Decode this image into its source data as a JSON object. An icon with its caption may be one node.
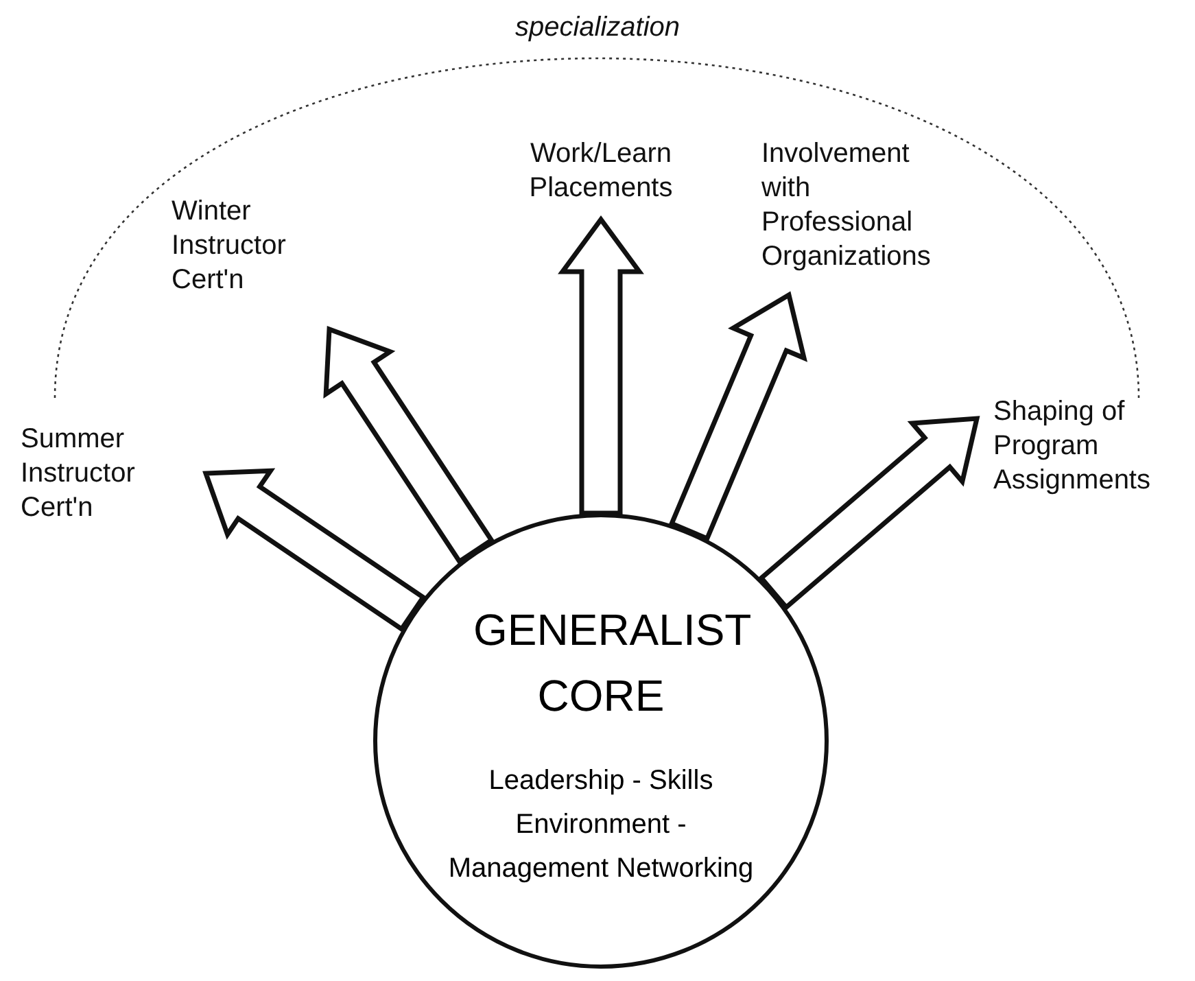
{
  "diagram": {
    "nodes": [
      {
        "text": [
          "Work/Learn Placements"
        ]
      },
      {
        "text": [
          "Winter Instructor Cert'n"
        ]
      },
      {
        "text": [
          "Involvement with Professional Organizations"
        ]
      },
      {
        "text": [
          "Shaping of Program Assignments"
        ]
      },
      {
        "text": [
          "Summer Instructor Cert'n"
        ]
      },
      {
        "text": [
          "GENERALIST CORE",
          "Leadership - Skills Environment - Management Networking"
        ]
      }
    ],
    "edges": [
      {
        "from": 5,
        "to": 0,
        "arrow": "to",
        "style": "thick"
      },
      {
        "from": 5,
        "to": 1,
        "arrow": "to",
        "style": "thick"
      },
      {
        "from": 5,
        "to": 2,
        "arrow": "to",
        "style": "thick"
      },
      {
        "from": 5,
        "to": 3,
        "arrow": "to",
        "style": "thick"
      },
      {
        "from": 5,
        "to": 4,
        "arrow": "to",
        "style": "thick"
      }
    ],
    "labels": [
      "specialization"
    ]
  }
}
